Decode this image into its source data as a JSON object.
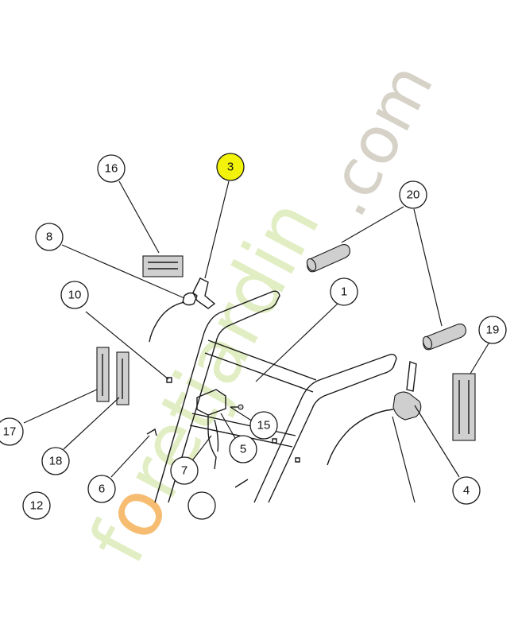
{
  "colors": {
    "highlight": "#f2f20a",
    "watermark_green": "#dcebb8",
    "watermark_orange": "#f5b25a",
    "watermark_gray": "#d2cec3"
  },
  "watermark": {
    "part1": "f",
    "part2": "o",
    "part3": "retjardin",
    "part4": ".com"
  },
  "callouts": [
    {
      "id": "c1",
      "label": "1"
    },
    {
      "id": "c3",
      "label": "3",
      "highlighted": true
    },
    {
      "id": "c4",
      "label": "4"
    },
    {
      "id": "c5",
      "label": "5"
    },
    {
      "id": "c6",
      "label": "6"
    },
    {
      "id": "c7",
      "label": "7"
    },
    {
      "id": "c8",
      "label": "8"
    },
    {
      "id": "c10",
      "label": "10"
    },
    {
      "id": "c12",
      "label": "12"
    },
    {
      "id": "c15",
      "label": "15"
    },
    {
      "id": "c16",
      "label": "16"
    },
    {
      "id": "c17",
      "label": "17"
    },
    {
      "id": "c18",
      "label": "18"
    },
    {
      "id": "c19",
      "label": "19"
    },
    {
      "id": "c20",
      "label": "20"
    }
  ]
}
